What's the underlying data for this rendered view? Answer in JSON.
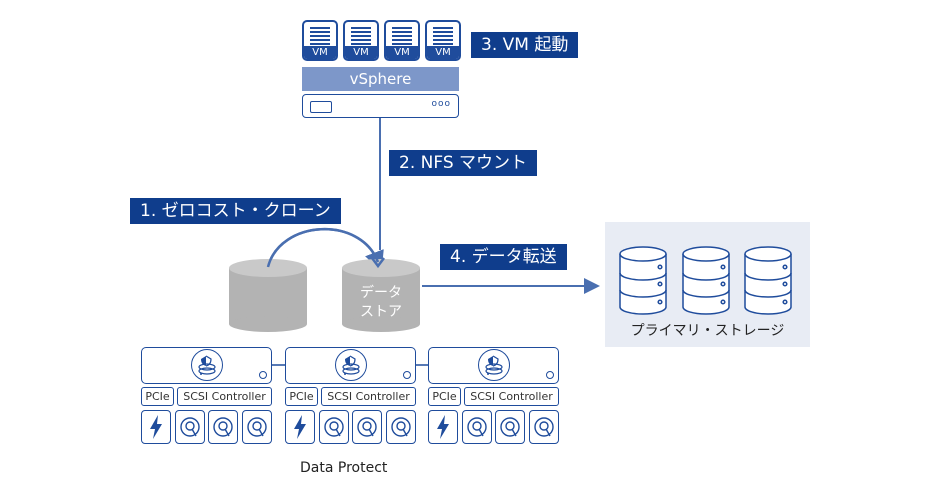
{
  "steps": {
    "step1": "1. ゼロコスト・クローン",
    "step2": "2. NFS マウント",
    "step3": "3. VM 起動",
    "step4": "4. データ転送"
  },
  "vms": [
    {
      "label": "VM"
    },
    {
      "label": "VM"
    },
    {
      "label": "VM"
    },
    {
      "label": "VM"
    }
  ],
  "hypervisor": {
    "label": "vSphere"
  },
  "server": {
    "indicator": "ooo"
  },
  "datastore": {
    "line1": "データ",
    "line2": "ストア"
  },
  "primary_storage": {
    "caption": "プライマリ・ストレージ",
    "units": 3
  },
  "data_protect": {
    "caption": "Data Protect",
    "nodes": [
      {
        "pcie": "PCIe",
        "controller": "SCSI Controller",
        "bays": [
          "flash-icon",
          "disk-icon",
          "disk-icon",
          "disk-icon"
        ]
      },
      {
        "pcie": "PCIe",
        "controller": "SCSI Controller",
        "bays": [
          "flash-icon",
          "disk-icon",
          "disk-icon",
          "disk-icon"
        ]
      },
      {
        "pcie": "PCIe",
        "controller": "SCSI Controller",
        "bays": [
          "flash-icon",
          "disk-icon",
          "disk-icon",
          "disk-icon"
        ]
      }
    ]
  },
  "colors": {
    "primary": "#0f3d8c",
    "accent": "#1f4c9c",
    "arrow": "#4a6fb0",
    "vsphere": "#7d97c9",
    "cylinder": "#b3b3b3",
    "panel": "#e8ecf4"
  }
}
